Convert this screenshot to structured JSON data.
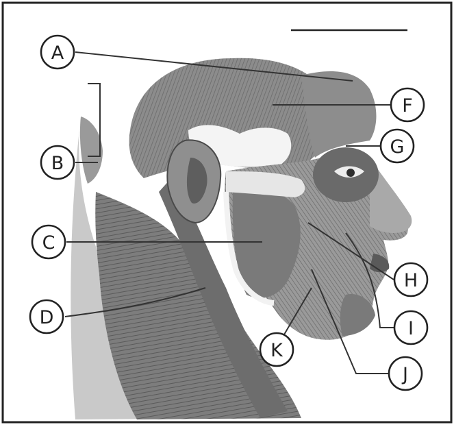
{
  "labels": {
    "A": "A",
    "B": "B",
    "C": "C",
    "D": "D",
    "F": "F",
    "G": "G",
    "H": "H",
    "I": "I",
    "J": "J",
    "K": "K"
  },
  "colors": {
    "frame": "#222222",
    "muscle_dark": "#5f5f5f",
    "muscle_mid": "#8a8a8a",
    "muscle_light": "#b5b5b5",
    "tendon": "#eeeeee"
  },
  "icons": {
    "figure": "head-neck-muscles-illustration"
  }
}
